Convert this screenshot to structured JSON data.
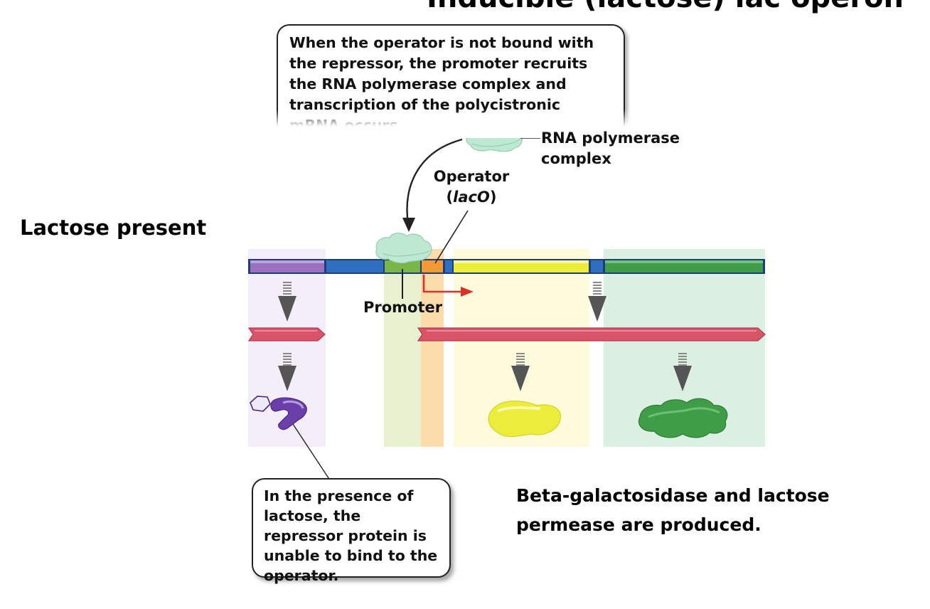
{
  "header": {
    "title": "Inducible (lactose) lac operon"
  },
  "heading": "Lactose present",
  "callouts": {
    "top": "When the operator is not bound with the repressor, the promoter recruits the RNA polymerase complex and transcription of the polycistronic mRNA occurs.",
    "bottom": "In the presence of lactose, the repressor protein is unable to bind to the operator."
  },
  "labels": {
    "rna_polymerase_line1": "RNA polymerase",
    "rna_polymerase_line2": "complex",
    "operator": "Operator",
    "operator_gene_open": "(",
    "operator_gene": "lacO",
    "operator_gene_close": ")",
    "promoter": "Promoter"
  },
  "result": "Beta-galactosidase and lactose permease are produced.",
  "colors": {
    "repressor_gene": "#9b70c1",
    "spacer": "#2f6fbf",
    "promoter": "#7ab548",
    "operator": "#f39a33",
    "lacZ": "#ecec3a",
    "lacY": "#3f9d47",
    "mrna": "#d95469",
    "polymerase": "#bfe8d3",
    "transcription_arrow": "#d9302a"
  }
}
